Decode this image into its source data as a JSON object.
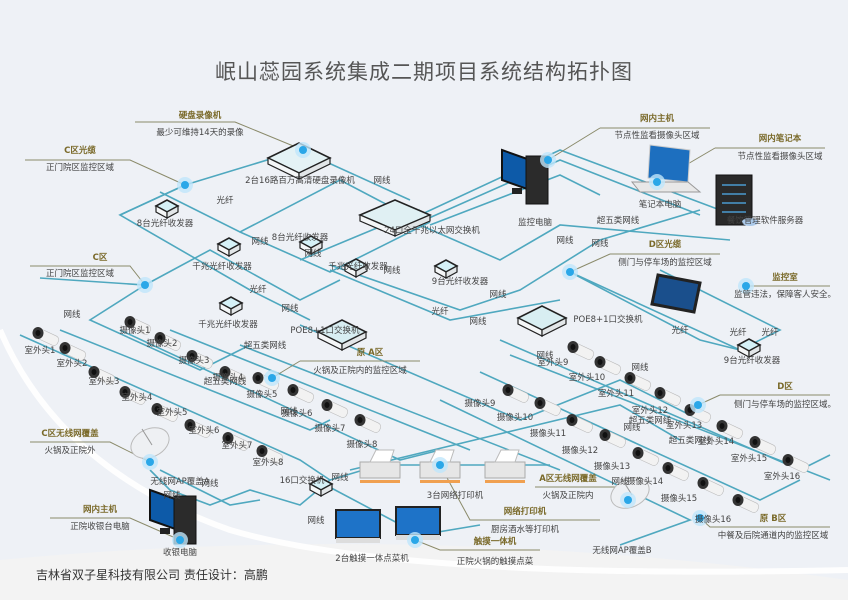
{
  "title": "岷山蕊园系统集成二期项目系统结构拓扑图",
  "footer": "吉林省双子星科技有限公司 责任设计：高鹏",
  "colors": {
    "link": "#4fa8bf",
    "accent_dot": "#2aa7e8",
    "callout_line": "#8a8a6a",
    "callout_title": "#7a6a2a"
  },
  "callouts": [
    {
      "id": "nvr",
      "title": "硬盘录像机",
      "desc": "最少可维持14天的录像"
    },
    {
      "id": "c-fiber",
      "title": "C区光缆",
      "desc": "正门院区监控区域"
    },
    {
      "id": "host-top",
      "title": "网内主机",
      "desc": "节点性监看摄像头区域"
    },
    {
      "id": "laptop",
      "title": "网内笔记本",
      "desc": "节点性监看摄像头区域"
    },
    {
      "id": "d-fiber",
      "title": "D区光缆",
      "desc": "侧门与停车场的监控区域"
    },
    {
      "id": "monitor-room",
      "title": "监控室",
      "desc": "监管违法，保障客人安全。"
    },
    {
      "id": "c-zone",
      "title": "C区",
      "desc": "正门院区监控区域"
    },
    {
      "id": "a-zone",
      "title": "原 A区",
      "desc": "火锅及正院内的监控区域"
    },
    {
      "id": "d-zone",
      "title": "D区",
      "desc": "侧门与停车场的监控区域。"
    },
    {
      "id": "c-wifi",
      "title": "C区无线网覆盖",
      "desc": "火锅及正院外"
    },
    {
      "id": "host-cashier",
      "title": "网内主机",
      "desc": "正院收银台电脑"
    },
    {
      "id": "a-wifi",
      "title": "A区无线网覆盖",
      "desc": "火锅及正院内"
    },
    {
      "id": "printer",
      "title": "网络打印机",
      "desc": "厨房酒水等打印机"
    },
    {
      "id": "touch",
      "title": "触摸一体机",
      "desc": "正院火锅的触摸点菜"
    },
    {
      "id": "b-zone",
      "title": "原 B区",
      "desc": "中餐及后院通道内的监控区域"
    }
  ],
  "devices": {
    "nvr": "2台16路百万高清硬盘录像机",
    "core_switch": "24口全千兆以太网交换机",
    "monitor_pc": "监控电脑",
    "laptop": "笔记本电脑",
    "server": "餐饮管理软件服务器",
    "fiber_8a": "8台光纤收发器",
    "fiber_8b": "8台光纤收发器",
    "gig_fiber_1": "千兆光纤收发器",
    "gig_fiber_2": "千兆光纤收发器",
    "gig_fiber_3": "千兆光纤收发器",
    "fiber_9a": "9台光纤收发器",
    "fiber_9b": "9台光纤收发器",
    "poe_left": "POE8+1口交换机",
    "poe_right": "POE8+1口交换机",
    "switch16": "16口交换机",
    "printers": "3台网络打印机",
    "touch_pos": "2台触摸一体点菜机",
    "ap_a": "无线网AP覆盖A",
    "ap_b": "无线网AP覆盖B",
    "cashier_pc": "收银电脑",
    "tablet": "光纤"
  },
  "link_labels": {
    "fiber": "光纤",
    "cable": "网线",
    "cat5e": "超五类网线"
  },
  "cameras": {
    "outdoor_left": [
      "室外头1",
      "室外头2",
      "室外头3",
      "室外头4",
      "室外头5",
      "室外头6",
      "室外头7",
      "室外头8"
    ],
    "indoor_left": [
      "摄像头1",
      "摄像头2",
      "摄像头3",
      "摄像头4",
      "摄像头5",
      "摄像头6",
      "摄像头7",
      "摄像头8"
    ],
    "outdoor_right": [
      "室外头9",
      "室外头10",
      "室外头11",
      "室外头12",
      "室外头13",
      "室外头14",
      "室外头15",
      "室外头16"
    ],
    "indoor_right": [
      "摄像头9",
      "摄像头10",
      "摄像头11",
      "摄像头12",
      "摄像头13",
      "摄像头14",
      "摄像头15",
      "摄像头16"
    ]
  }
}
